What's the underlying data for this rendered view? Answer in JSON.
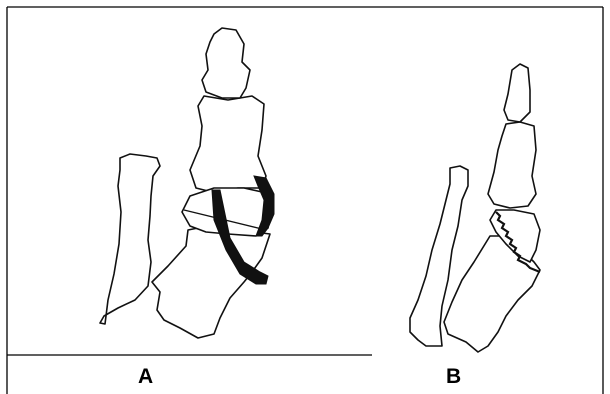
{
  "panels": [
    {
      "id": "A",
      "label": "A"
    },
    {
      "id": "B",
      "label": "B"
    }
  ],
  "colors": {
    "line": "#111111",
    "background": "#ffffff"
  }
}
